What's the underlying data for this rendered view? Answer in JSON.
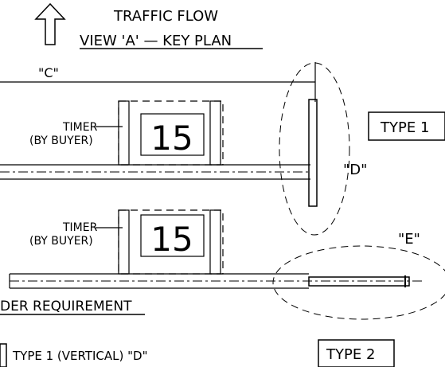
{
  "header": {
    "title": "TRAFFIC FLOW",
    "subtitle": "VIEW 'A' — KEY PLAN"
  },
  "dimensions": {
    "c": "\"C\"",
    "d": "\"D\"",
    "e": "\"E\""
  },
  "timers": [
    {
      "label_line1": "TIMER",
      "label_line2": "(BY BUYER)",
      "display": "15"
    },
    {
      "label_line1": "TIMER",
      "label_line2": "(BY BUYER)",
      "display": "15"
    }
  ],
  "types": {
    "type1": "TYPE 1",
    "type2": "TYPE 2"
  },
  "order_section": {
    "heading": "DER REQUIREMENT",
    "option1": "TYPE 1 (VERTICAL) \"D\""
  },
  "colors": {
    "line": "#000000",
    "background": "#ffffff"
  }
}
